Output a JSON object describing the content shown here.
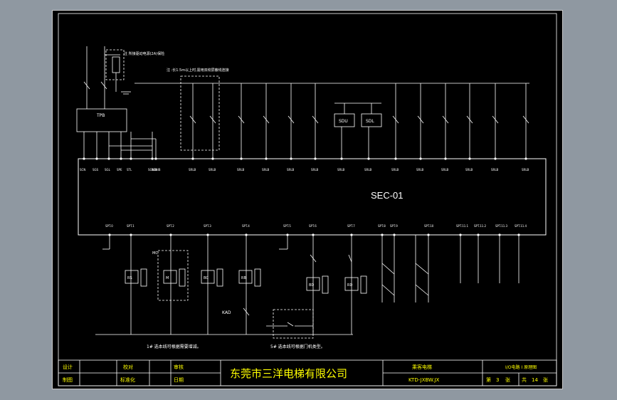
{
  "device": {
    "name": "SEC-01"
  },
  "notes": {
    "top_left": "注 所接驱动电源(2A)保险",
    "top_mid": "注 :长1.5m以上时,需用双绞屏蔽线连接",
    "bottom_left": "1# 选本线可根据需要增减。",
    "bottom_mid": "5# 选本线可根据门机类型。"
  },
  "upper_terminals": [
    "SCN",
    "SGS",
    "SGL",
    "SPE",
    "STL",
    "SGNIB",
    "SGNIB",
    "SRLB",
    "SRLB",
    "SRLB",
    "SRLB",
    "SRLB",
    "SRLB",
    "SRLB",
    "SRLB",
    "SRLB",
    "SRLB",
    "SRLB",
    "SRLB",
    "SRLB",
    "SRLB"
  ],
  "lower_terminals": [
    "SPT.0",
    "SPT.1",
    "SPT.2",
    "SPT.3",
    "SPT.4",
    "SPT.5",
    "SPT.6",
    "SPT.7",
    "SPT.8",
    "SPT.9",
    "SPT.10",
    "SPT.11.1",
    "SPT.11.2",
    "SPT.11.3",
    "SPT.11.4"
  ],
  "components": {
    "tpb": "TPB",
    "sdu": "SDU",
    "sdl": "SDL",
    "kad": "KAD",
    "mc_box": "MC",
    "coil_labels": [
      "RS",
      "M",
      "BC",
      "RB",
      "BD",
      "RD"
    ]
  },
  "title_block": {
    "design_label": "设计",
    "check_label": "校对",
    "review_label": "审核",
    "drawing_label": "制图",
    "standard_label": "标准化",
    "date_label": "日期",
    "company": "东莞市三洋电梯有限公司",
    "product": "乘客电梯",
    "drawing_no": "KTD-JXBW.JX",
    "drawing_title": "I/O电路 I 原理图",
    "sheet_label_prefix": "第",
    "sheet_no": "3",
    "sheet_unit": "张",
    "total_prefix": "共",
    "total_no": "14",
    "total_unit": "张"
  },
  "colors": {
    "line": "#ffffff",
    "dash": "#ffffff",
    "company": "#ffff00",
    "cell_text": "#ffff00",
    "frame_border": "#cccccc"
  }
}
